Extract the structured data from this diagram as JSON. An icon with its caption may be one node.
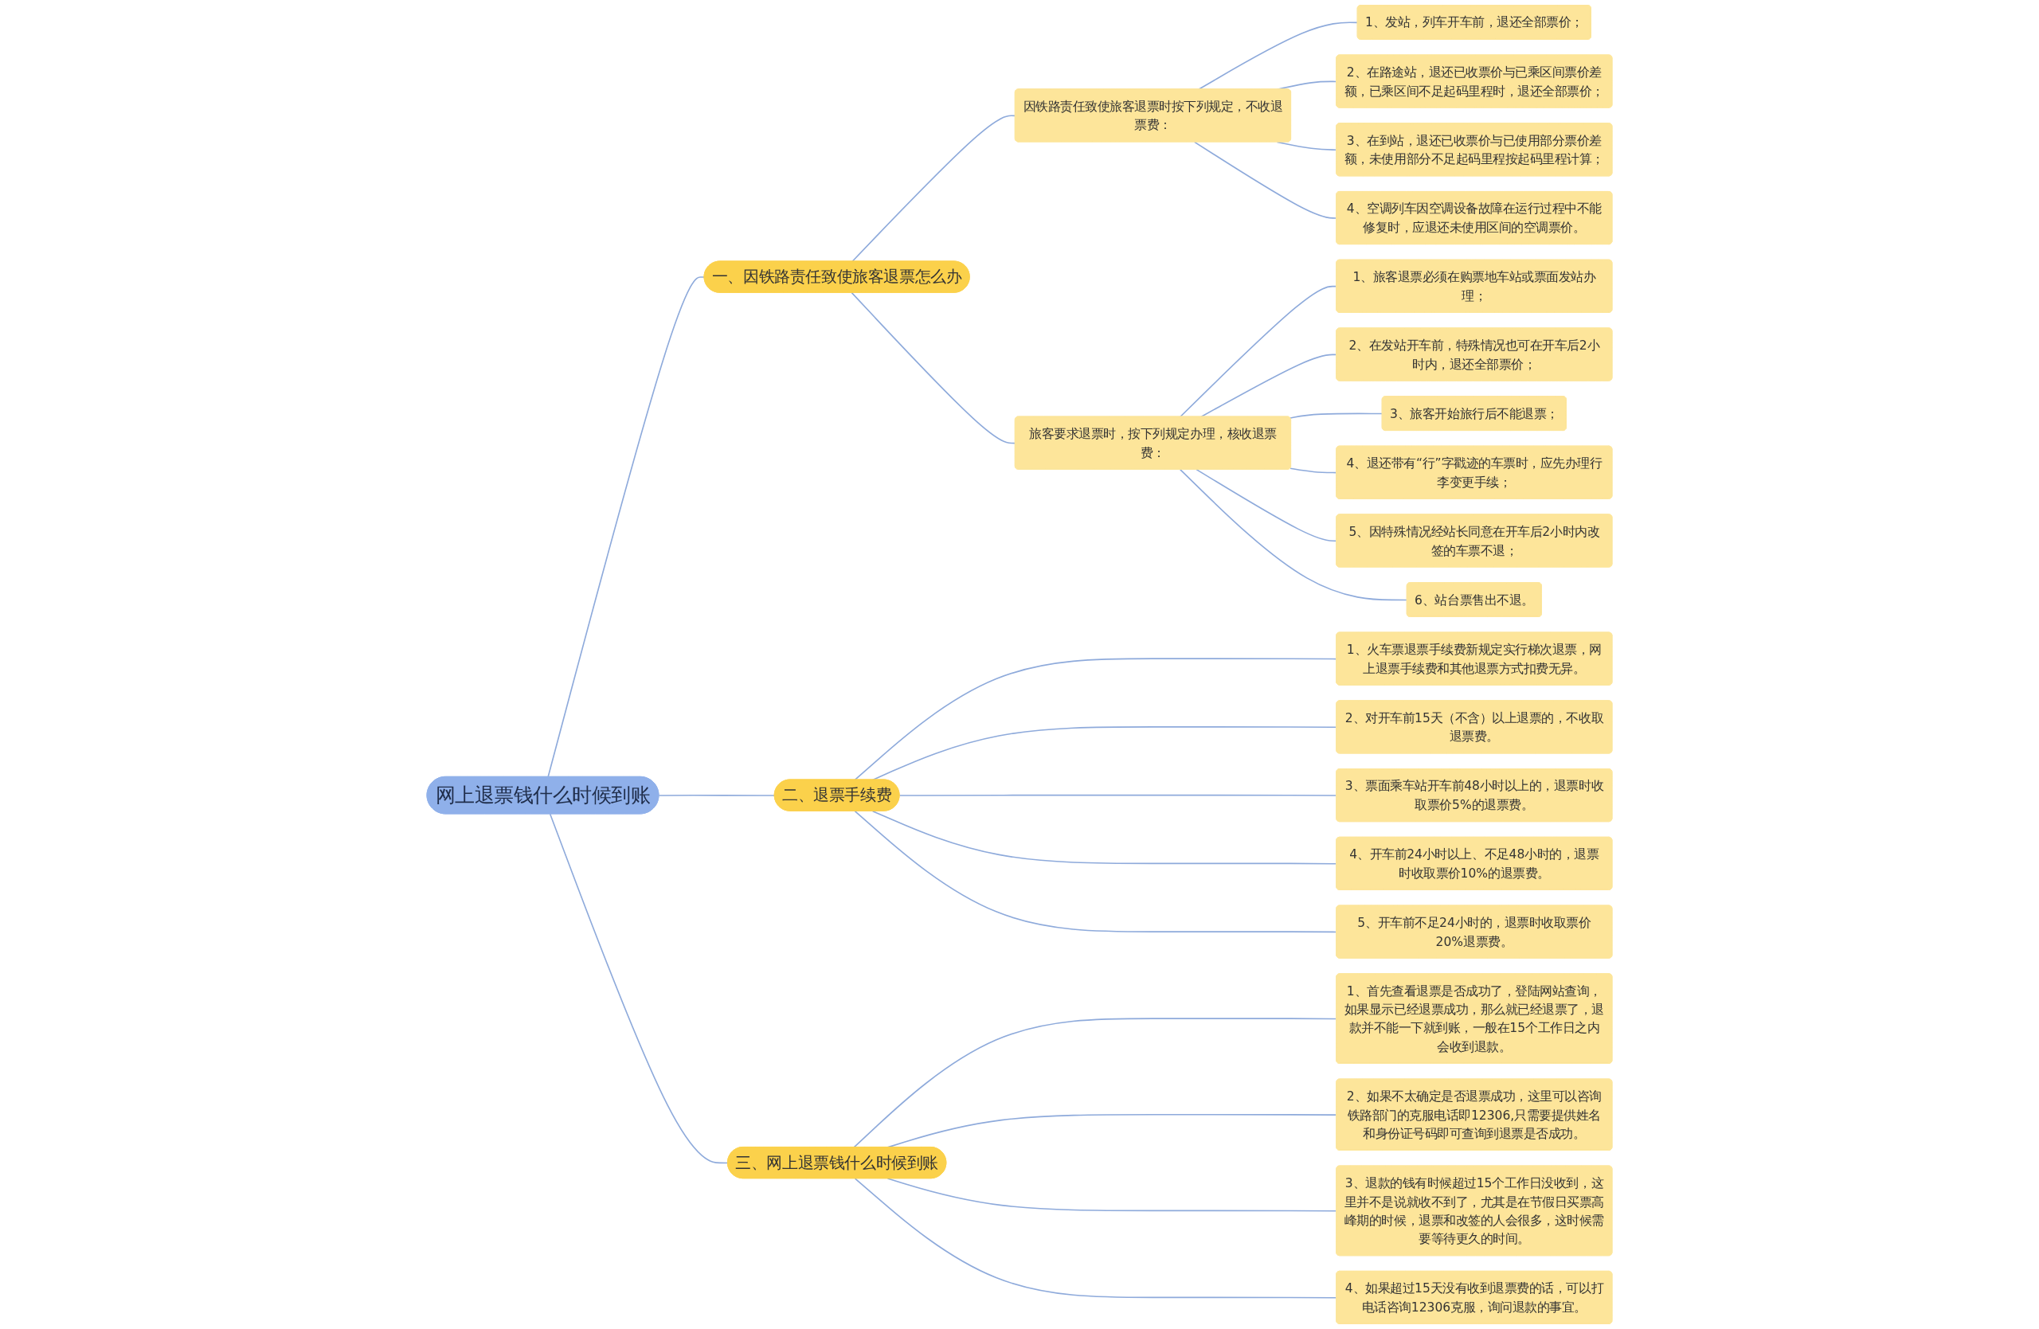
{
  "diagram": {
    "nodes": [
      {
        "text": [
          "网上退票钱什么时候到账"
        ]
      },
      {
        "text": [
          "一、因铁路责任致使旅客退票怎么办"
        ]
      },
      {
        "text": [
          "因铁路责任致使旅客退票时按下列规定，不收退票费："
        ]
      },
      {
        "text": [
          "1、发站，列车开车前，退还全部票价；"
        ]
      },
      {
        "text": [
          "2、在路途站，退还已收票价与已乘区间票价差额，已乘区间不足起码里程时，退还全部票价；"
        ]
      },
      {
        "text": [
          "3、在到站，退还已收票价与已使用部分票价差额，未使用部分不足起码里程按起码里程计算；"
        ]
      },
      {
        "text": [
          "4、空调列车因空调设备故障在运行过程中不能修复时，应退还未使用区间的空调票价。"
        ]
      },
      {
        "text": [
          "旅客要求退票时，按下列规定办理，核收退票费："
        ]
      },
      {
        "text": [
          "1、旅客退票必须在购票地车站或票面发站办理；"
        ]
      },
      {
        "text": [
          "2、在发站开车前，特殊情况也可在开车后2小时内，退还全部票价；"
        ]
      },
      {
        "text": [
          "3、旅客开始旅行后不能退票；"
        ]
      },
      {
        "text": [
          "4、退还带有“行”字戳迹的车票时，应先办理行李变更手续；"
        ]
      },
      {
        "text": [
          "5、因特殊情况经站长同意在开车后2小时内改签的车票不退；"
        ]
      },
      {
        "text": [
          "6、站台票售出不退。"
        ]
      },
      {
        "text": [
          "二、退票手续费"
        ]
      },
      {
        "text": [
          "1、火车票退票手续费新规定实行梯次退票，网上退票手续费和其他退票方式扣费无异。"
        ]
      },
      {
        "text": [
          "2、对开车前15天（不含）以上退票的，不收取退票费。"
        ]
      },
      {
        "text": [
          "3、票面乘车站开车前48小时以上的，退票时收取票价5%的退票费。"
        ]
      },
      {
        "text": [
          "4、开车前24小时以上、不足48小时的，退票时收取票价10%的退票费。"
        ]
      },
      {
        "text": [
          "5、开车前不足24小时的，退票时收取票价20%退票费。"
        ]
      },
      {
        "text": [
          "三、网上退票钱什么时候到账"
        ]
      },
      {
        "text": [
          "1、首先查看退票是否成功了，登陆网站查询，如果显示已经退票成功，那么就已经退票了，退款并不能一下就到账，一般在15个工作日之内会收到退款。"
        ]
      },
      {
        "text": [
          "2、如果不太确定是否退票成功，这里可以咨询铁路部门的克服电话即12306,只需要提供姓名和身份证号码即可查询到退票是否成功。"
        ]
      },
      {
        "text": [
          "3、退款的钱有时候超过15个工作日没收到，这里并不是说就收不到了，尤其是在节假日买票高峰期的时候，退票和改签的人会很多，这时候需要等待更久的时间。"
        ]
      },
      {
        "text": [
          "4、如果超过15天没有收到退票费的话，可以打电话咨询12306克服，询问退款的事宜。"
        ]
      }
    ],
    "edges": [
      {
        "from": 0,
        "to": 1,
        "arrow": "none"
      },
      {
        "from": 1,
        "to": 2,
        "arrow": "none"
      },
      {
        "from": 2,
        "to": 3,
        "arrow": "none"
      },
      {
        "from": 2,
        "to": 4,
        "arrow": "none"
      },
      {
        "from": 2,
        "to": 5,
        "arrow": "none"
      },
      {
        "from": 2,
        "to": 6,
        "arrow": "none"
      },
      {
        "from": 1,
        "to": 7,
        "arrow": "none"
      },
      {
        "from": 7,
        "to": 8,
        "arrow": "none"
      },
      {
        "from": 7,
        "to": 9,
        "arrow": "none"
      },
      {
        "from": 7,
        "to": 10,
        "arrow": "none"
      },
      {
        "from": 7,
        "to": 11,
        "arrow": "none"
      },
      {
        "from": 7,
        "to": 12,
        "arrow": "none"
      },
      {
        "from": 7,
        "to": 13,
        "arrow": "none"
      },
      {
        "from": 0,
        "to": 14,
        "arrow": "none"
      },
      {
        "from": 14,
        "to": 15,
        "arrow": "none"
      },
      {
        "from": 14,
        "to": 16,
        "arrow": "none"
      },
      {
        "from": 14,
        "to": 17,
        "arrow": "none"
      },
      {
        "from": 14,
        "to": 18,
        "arrow": "none"
      },
      {
        "from": 14,
        "to": 19,
        "arrow": "none"
      },
      {
        "from": 0,
        "to": 20,
        "arrow": "none"
      },
      {
        "from": 20,
        "to": 21,
        "arrow": "none"
      },
      {
        "from": 20,
        "to": 22,
        "arrow": "none"
      },
      {
        "from": 20,
        "to": 23,
        "arrow": "none"
      },
      {
        "from": 20,
        "to": 24,
        "arrow": "none"
      }
    ]
  }
}
